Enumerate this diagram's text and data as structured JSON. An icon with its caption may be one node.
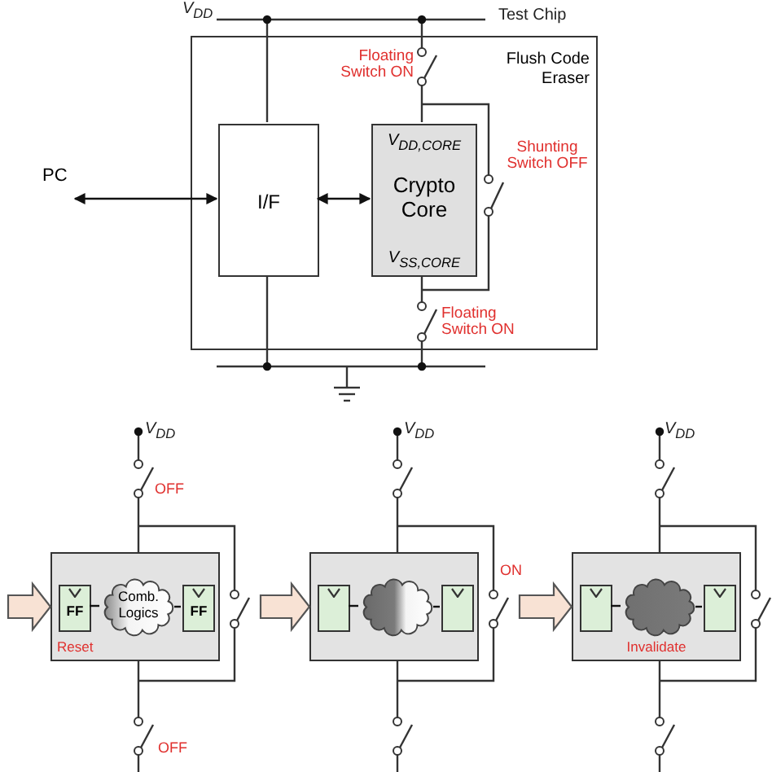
{
  "diagram": {
    "nodes": [
      {
        "text": [
          "Flush Code Eraser"
        ]
      },
      {
        "text": [
          "I/F"
        ],
        "in": 0
      },
      {
        "text": [
          "V$_{DD,CORE}$",
          "Crypto Core",
          "V$_{SS,CORE}$"
        ],
        "in": 0
      },
      {
        "text": [
          "PC"
        ]
      },
      {
        "text": [
          "Reset"
        ]
      },
      {
        "text": [
          "FF"
        ],
        "in": 4
      },
      {
        "text": [
          "Comb. Logics"
        ],
        "in": 4
      },
      {
        "text": [
          "FF"
        ],
        "in": 4
      },
      {
        "text": [],
        "shape": "box"
      },
      {
        "text": [],
        "shape": "box",
        "in": 8
      },
      {
        "text": [],
        "shape": "cloud",
        "in": 8
      },
      {
        "text": [],
        "shape": "box",
        "in": 8
      },
      {
        "text": [
          "Invalidate"
        ]
      },
      {
        "text": [],
        "shape": "box",
        "in": 12
      },
      {
        "text": [],
        "shape": "cloud",
        "in": 12
      },
      {
        "text": [],
        "shape": "box",
        "in": 12
      }
    ],
    "edges": [
      {
        "from": 3,
        "to": 1,
        "arrow": "both"
      },
      {
        "from": 1,
        "to": 2,
        "arrow": "both"
      },
      {
        "from": null,
        "to": 4,
        "arrow": "to",
        "style": "thick",
        "color": "#f8e2d4"
      },
      {
        "from": 4,
        "to": 8,
        "arrow": "to",
        "style": "thick",
        "color": "#f8e2d4"
      },
      {
        "from": 8,
        "to": 12,
        "arrow": "to",
        "style": "thick",
        "color": "#f8e2d4"
      },
      {
        "from": 5,
        "to": 6,
        "arrow": "none"
      },
      {
        "from": 6,
        "to": 7,
        "arrow": "none"
      },
      {
        "from": 9,
        "to": 10,
        "arrow": "none"
      },
      {
        "from": 10,
        "to": 11,
        "arrow": "none"
      },
      {
        "from": 13,
        "to": 14,
        "arrow": "none"
      },
      {
        "from": 14,
        "to": 15,
        "arrow": "none"
      }
    ],
    "labels": [
      "V$_{DD}$",
      "Test Chip",
      "Floating Switch ON",
      "Shunting Switch OFF",
      "Floating Switch ON",
      "V$_{DD}$",
      "OFF",
      "V$_{DD}$",
      "V$_{DD}$",
      "ON",
      "OFF"
    ]
  }
}
